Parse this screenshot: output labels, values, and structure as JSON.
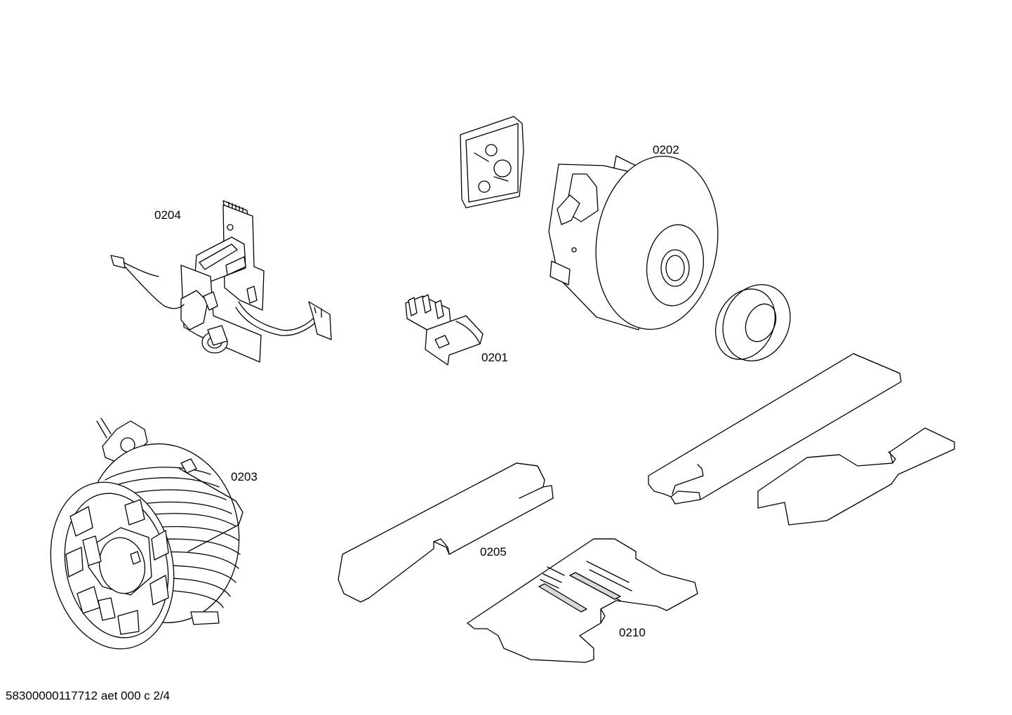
{
  "diagram": {
    "type": "exploded-parts-drawing",
    "parts": [
      {
        "id": "0201",
        "label": "0201"
      },
      {
        "id": "0202",
        "label": "0202"
      },
      {
        "id": "0203",
        "label": "0203"
      },
      {
        "id": "0204",
        "label": "0204"
      },
      {
        "id": "0205",
        "label": "0205"
      },
      {
        "id": "0210",
        "label": "0210"
      }
    ]
  },
  "footer": {
    "document_id": "58300000117712 aet 000 c 2/4"
  },
  "colors": {
    "line": "#000000",
    "background": "#ffffff",
    "shade": "#d9d9d9"
  }
}
